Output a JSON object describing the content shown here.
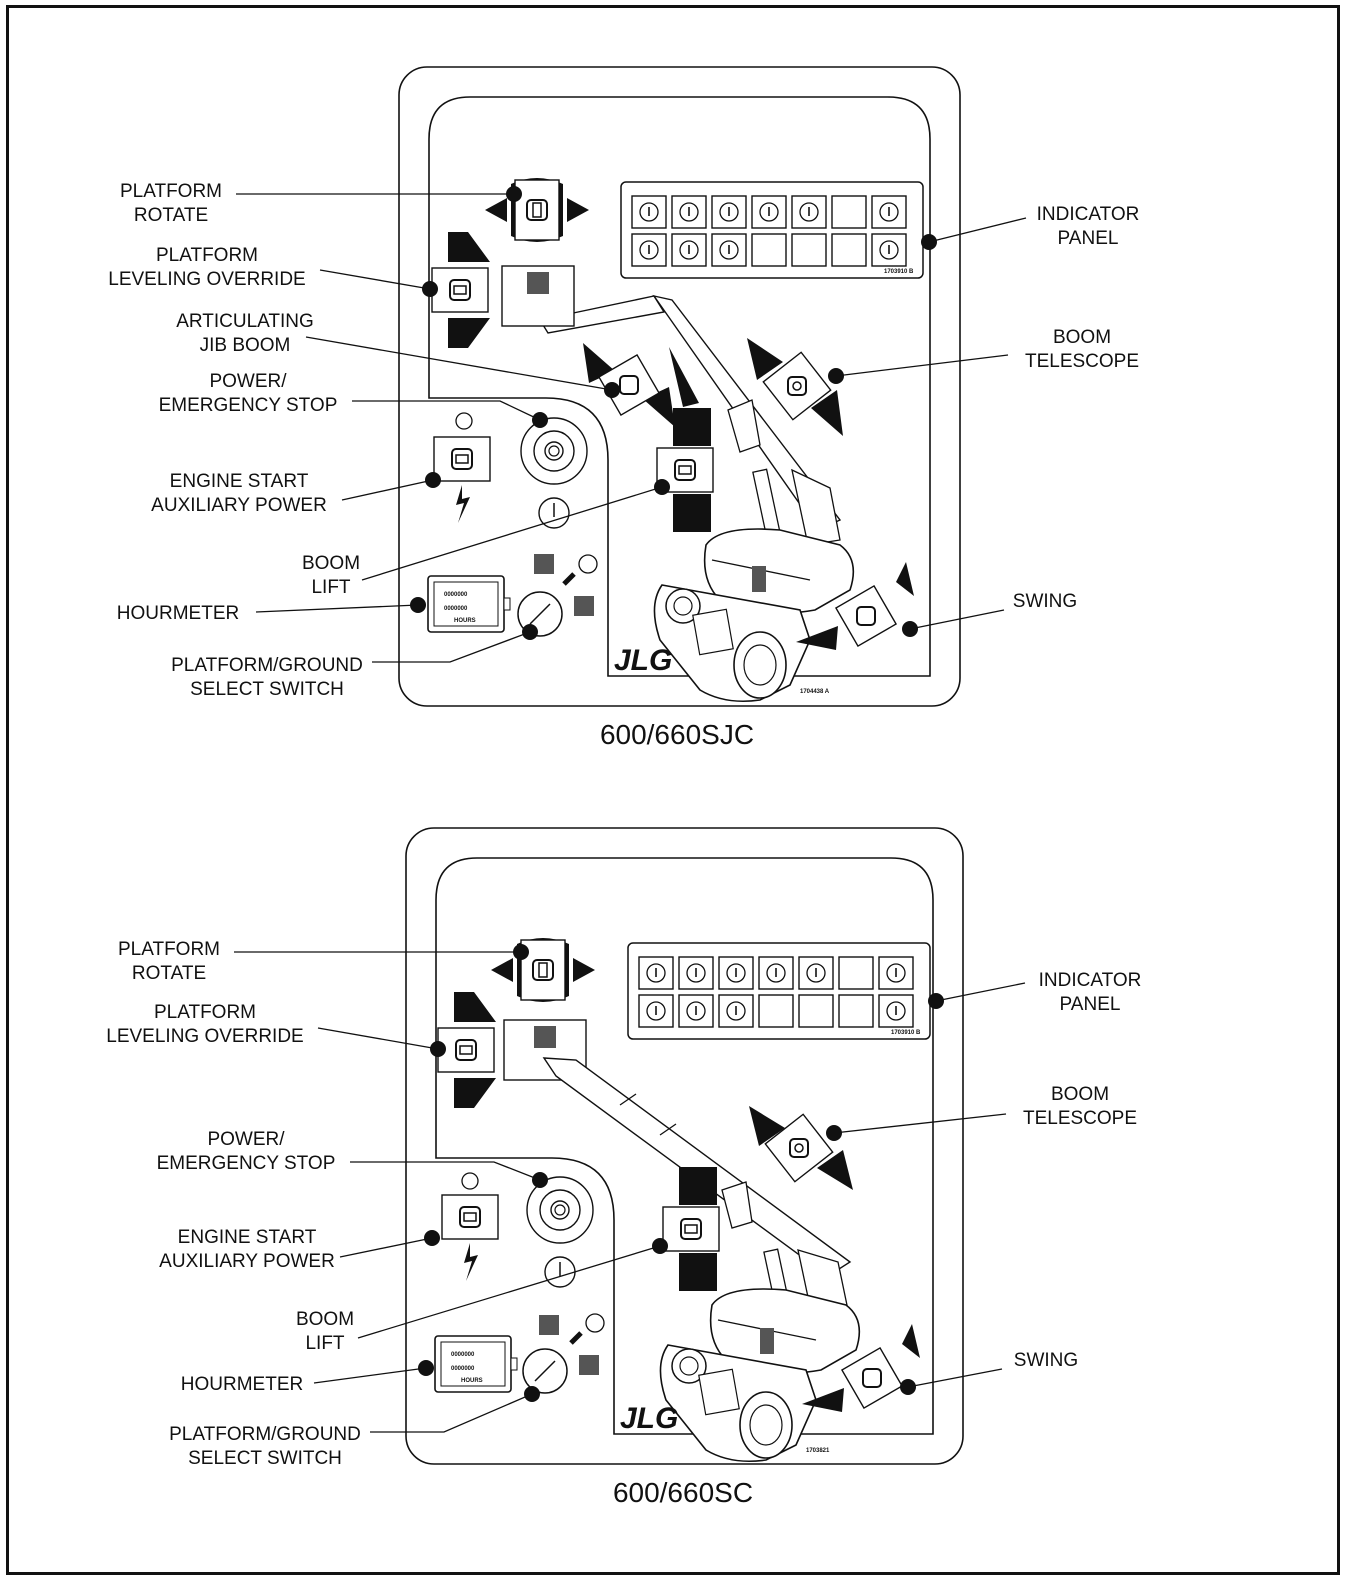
{
  "diagrams": [
    {
      "caption": "600/660SJC",
      "panel_number": "1704438 A",
      "indicator_panel_number": "1703910 B",
      "logo": "JLG",
      "labels": {
        "platform_rotate": [
          "PLATFORM",
          "ROTATE"
        ],
        "platform_leveling_override": [
          "PLATFORM",
          "LEVELING OVERRIDE"
        ],
        "articulating_jib_boom": [
          "ARTICULATING",
          "JIB BOOM"
        ],
        "power_emergency_stop": [
          "POWER/",
          "EMERGENCY STOP"
        ],
        "engine_start_auxiliary_power": [
          "ENGINE START",
          "AUXILIARY POWER"
        ],
        "boom_lift": [
          "BOOM",
          "LIFT"
        ],
        "hourmeter": [
          "HOURMETER"
        ],
        "platform_ground_select_switch": [
          "PLATFORM/GROUND",
          "SELECT SWITCH"
        ],
        "indicator_panel": [
          "INDICATOR",
          "PANEL"
        ],
        "boom_telescope": [
          "BOOM",
          "TELESCOPE"
        ],
        "swing": [
          "SWING"
        ]
      }
    },
    {
      "caption": "600/660SC",
      "panel_number": "1703821",
      "indicator_panel_number": "1703910 B",
      "logo": "JLG",
      "labels": {
        "platform_rotate": [
          "PLATFORM",
          "ROTATE"
        ],
        "platform_leveling_override": [
          "PLATFORM",
          "LEVELING OVERRIDE"
        ],
        "power_emergency_stop": [
          "POWER/",
          "EMERGENCY STOP"
        ],
        "engine_start_auxiliary_power": [
          "ENGINE START",
          "AUXILIARY POWER"
        ],
        "boom_lift": [
          "BOOM",
          "LIFT"
        ],
        "hourmeter": [
          "HOURMETER"
        ],
        "platform_ground_select_switch": [
          "PLATFORM/GROUND",
          "SELECT SWITCH"
        ],
        "indicator_panel": [
          "INDICATOR",
          "PANEL"
        ],
        "boom_telescope": [
          "BOOM",
          "TELESCOPE"
        ],
        "swing": [
          "SWING"
        ]
      }
    }
  ],
  "hourmeter_text": "HOURS",
  "hourmeter_digits": "0000000"
}
